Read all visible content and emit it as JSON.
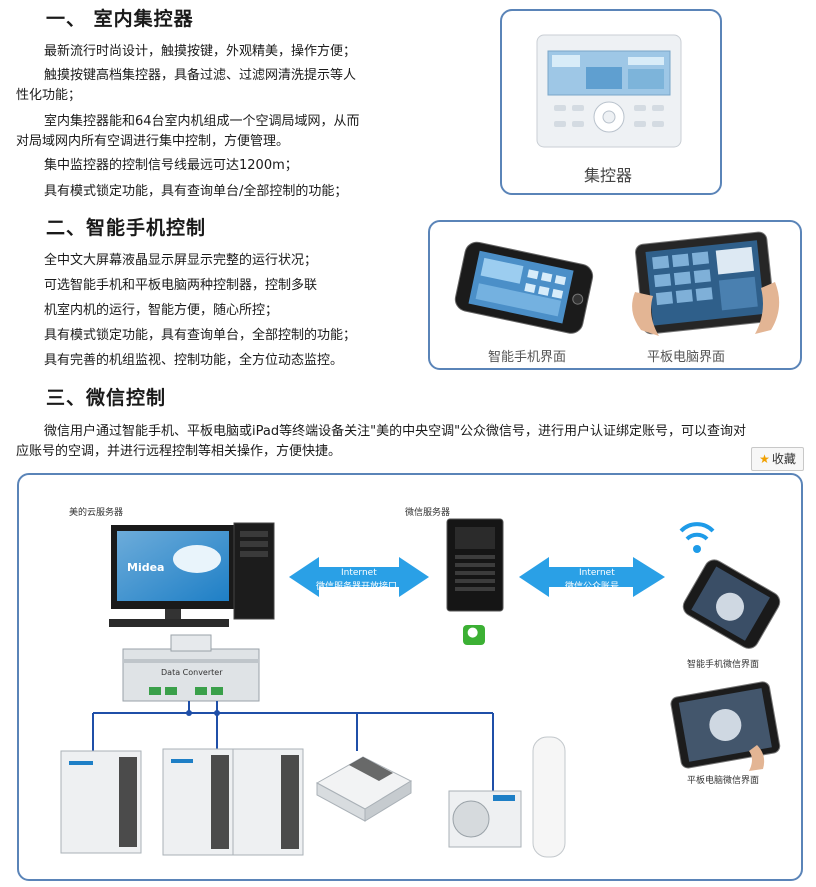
{
  "section1": {
    "heading": "一、  室内集控器",
    "lines": [
      "最新流行时尚设计，触摸按键，外观精美，操作方便；",
      "触摸按键高档集控器，具备过滤、过滤网清洗提示等人",
      "性化功能；",
      "室内集控器能和64台室内机组成一个空调局域网，从而",
      "对局域网内所有空调进行集中控制，方便管理。",
      "集中监控器的控制信号线最远可达1200m；",
      "具有模式锁定功能，具有查询单台/全部控制的功能；"
    ],
    "image_caption": "集控器"
  },
  "section2": {
    "heading": "二、智能手机控制",
    "lines": [
      "全中文大屏幕液晶显示屏显示完整的运行状况；",
      "可选智能手机和平板电脑两种控制器，控制多联",
      "机室内机的运行，智能方便，随心所控；",
      "具有模式锁定功能，具有查询单台，全部控制的功能；",
      "具有完善的机组监视、控制功能，全方位动态监控。"
    ],
    "captions": [
      "智能手机界面",
      "平板电脑界面"
    ]
  },
  "section3": {
    "heading": "三、微信控制",
    "lines": [
      "微信用户通过智能手机、平板电脑或iPad等终端设备关注\"美的中央空调\"公众微信号，进行用户认证绑定账号，可以查询对",
      "应账号的空调，并进行远程控制等相关操作，方便快捷。"
    ]
  },
  "favorite": {
    "label": "收藏",
    "icon": "star-icon"
  },
  "diagram": {
    "cloud_server_label": "美的云服务器",
    "wechat_server_label": "微信服务器",
    "arrow1": {
      "line1": "Internet",
      "line2": "微信服务器开放接口"
    },
    "arrow2": {
      "line1": "Internet",
      "line2": "微信公众账号"
    },
    "monitor_brand": "Midea",
    "converter_label": "Data Converter",
    "phone_caption": "智能手机微信界面",
    "tablet_caption": "平板电脑微信界面"
  },
  "colors": {
    "panel_border": "#5a84b8",
    "arrow": "#2aa0e6",
    "bus_line": "#1f4fa8",
    "wifi": "#1e9be8",
    "wechat": "#3cb034"
  }
}
